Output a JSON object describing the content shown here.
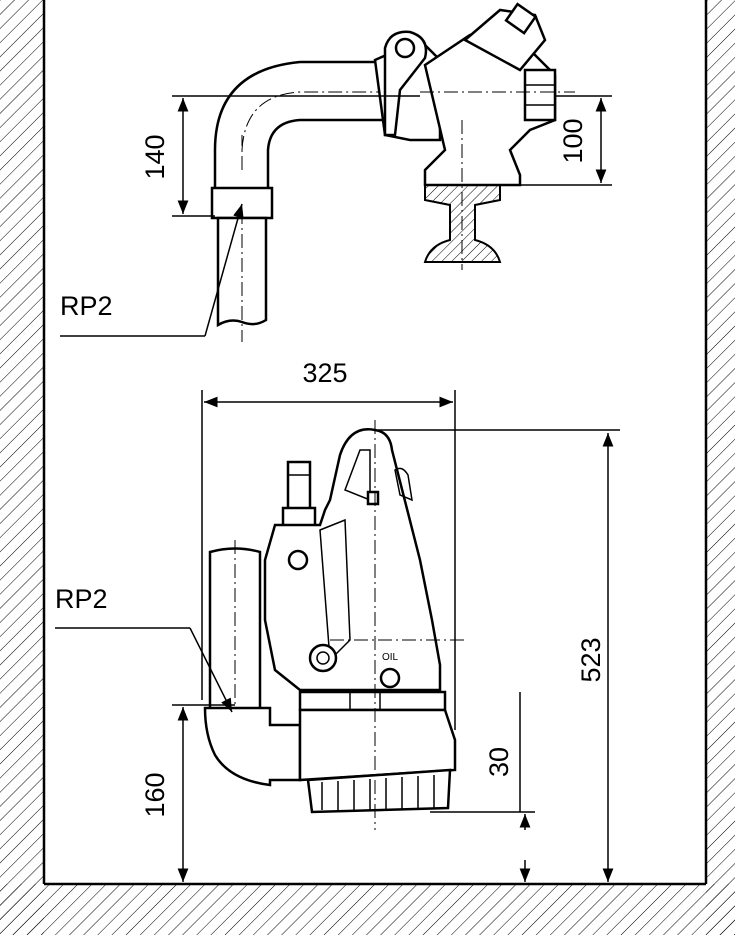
{
  "labels": {
    "rp2_top": "RP2",
    "rp2_bottom": "RP2",
    "oil": "OIL"
  },
  "dimensions": {
    "d140": "140",
    "d100": "100",
    "d325": "325",
    "d523": "523",
    "d160": "160",
    "d30": "30"
  }
}
